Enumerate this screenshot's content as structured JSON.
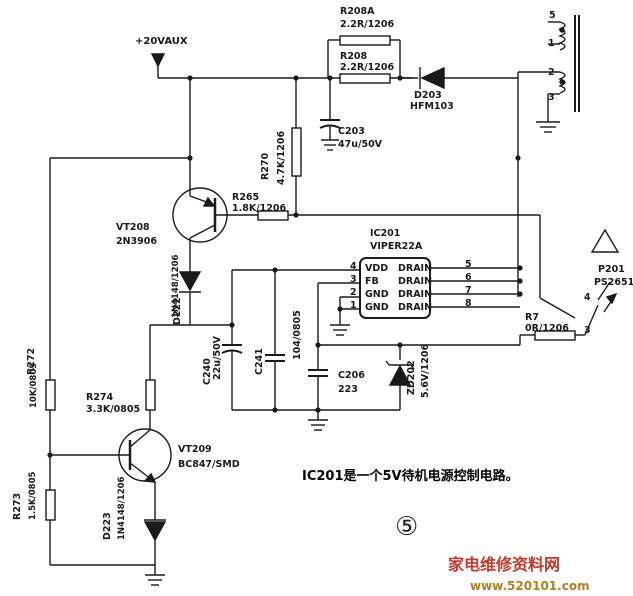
{
  "labels": {
    "supply": "+20VAUX",
    "r208a_ref": "R208A",
    "r208a_val": "2.2R/1206",
    "r208_ref": "R208",
    "r208_val": "2.2R/1206",
    "d203_ref": "D203",
    "d203_val": "HFM103",
    "c203_ref": "C203",
    "c203_val": "47u/50V",
    "r270_ref": "R270",
    "r270_val": "4.7K/1206",
    "r265_ref": "R265",
    "r265_val": "1.8K/1206",
    "vt208_ref": "VT208",
    "vt208_val": "2N3906",
    "ic_ref": "IC201",
    "ic_part": "VIPER22A",
    "pin_vdd": "VDD",
    "pin_fb": "FB",
    "pin_gnd": "GND",
    "pin_drain": "DRAIN",
    "pn4": "4",
    "pn3": "3",
    "pn2": "2",
    "pn1": "1",
    "pn5": "5",
    "pn6": "6",
    "pn7": "7",
    "pn8": "8",
    "d222_ref": "D222",
    "d222_val": "1N4148/1206",
    "c240_ref": "C240",
    "c240_val": "22u/50V",
    "c241_ref": "C241",
    "c241_val": "104/0805",
    "c206_ref": "C206",
    "c206_val": "223",
    "zd202_ref": "ZD202",
    "zd202_val": "5.6V/1206",
    "r7_ref": "R7",
    "r7_val": "0R/1206",
    "p201_ref": "P201",
    "p201_val": "PS2651",
    "opto_pin4": "4",
    "opto_pin3": "3",
    "r272_ref": "R272",
    "r272_val": "10K/0805",
    "r273_ref": "R273",
    "r273_val": "1.5K/0805",
    "r274_ref": "R274",
    "r274_val": "3.3K/0805",
    "vt209_ref": "VT209",
    "vt209_val": "BC847/SMD",
    "d223_ref": "D223",
    "d223_val": "1N4148/1206",
    "xf_5": "5",
    "xf_1": "1",
    "xf_2": "2",
    "xf_3": "3",
    "caption": "IC201是一个5V待机电源控制电路。",
    "figure_number": "⑤",
    "watermark_cn": "家电维修资料网",
    "watermark_url": "www.520101.com"
  }
}
